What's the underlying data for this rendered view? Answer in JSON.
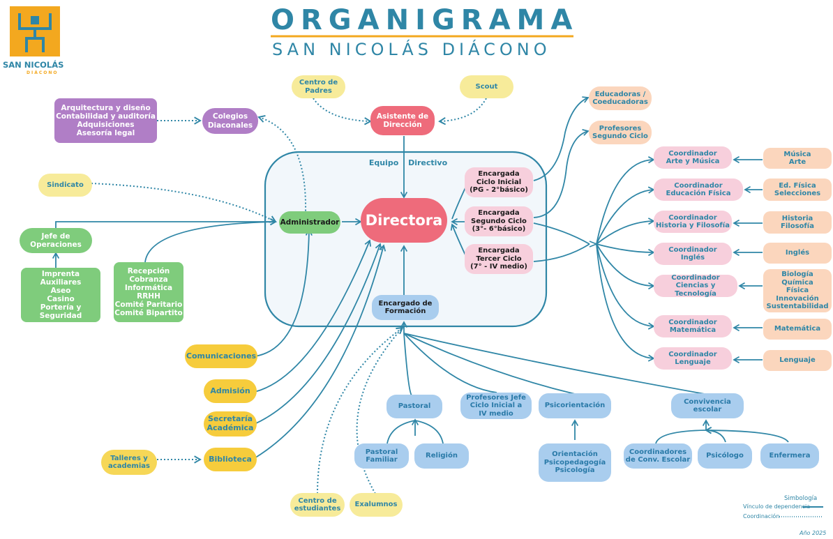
{
  "header": {
    "title": "ORGANIGRAMA",
    "subtitle": "SAN NICOLÁS DIÁCONO",
    "logo_text": "SAN NICOLÁS",
    "logo_sub": "DIÁCONO"
  },
  "colors": {
    "primary": "#2f86a6",
    "accent": "#f3a81f",
    "red": "#ee6b7b",
    "pink": "#f7cfdc",
    "peach": "#fbd6bd",
    "blue": "#a9cdee",
    "yellow": "#f7eb9a",
    "gold": "#f6cc3c",
    "green": "#7fcc7c",
    "purple": "#b07ec6"
  },
  "equipo_label": "Equipo Directivo",
  "nodes": {
    "directora": "Directora",
    "administrador": "Administrador",
    "asistente": "Asistente de\nDirección",
    "centro_padres": "Centro de\nPadres",
    "scout": "Scout",
    "colegios": "Colegios\nDiaconales",
    "arquitectura": "Arquitectura y diseño\nContabilidad y auditoría\nAdquisiciones\nAsesoría legal",
    "sindicato": "Sindicato",
    "jefe_operaciones": "Jefe de\nOperaciones",
    "imprenta": "Imprenta\nAuxiliares\nAseo\nCasino\nPortería y Seguridad",
    "recepcion": "Recepción\nCobranza\nInformática\nRRHH\nComité Paritario\nComité Bipartito",
    "enc_inicial": "Encargada\nCiclo Inicial\n(PG - 2°básico)",
    "enc_segundo": "Encargada\nSegundo Ciclo\n(3°- 6°básico)",
    "enc_tercer": "Encargada\nTercer Ciclo\n(7° - IV medio)",
    "enc_formacion": "Encargado de\nFormación",
    "educadoras": "Educadoras /\nCoeducadoras",
    "profesores_segundo": "Profesores\nSegundo Ciclo",
    "comunicaciones": "Comunicaciones",
    "admision": "Admisión",
    "secretaria": "Secretaría\nAcadémica",
    "biblioteca": "Biblioteca",
    "talleres": "Talleres y\nacademias",
    "centro_estudiantes": "Centro de\nestudiantes",
    "exalumnos": "Exalumnos",
    "pastoral": "Pastoral",
    "pastoral_familiar": "Pastoral\nFamiliar",
    "religion": "Religión",
    "profesores_jefe": "Profesores Jefe\nCiclo Inicial a\nIV medio",
    "psicorientacion": "Psicorientación",
    "orientacion": "Orientación\nPsicopedagogía\nPsicología",
    "convivencia": "Convivencia\nescolar",
    "coord_conv": "Coordinadores\nde Conv. Escolar",
    "psicologo": "Psicólogo",
    "enfermera": "Enfermera",
    "coord_arte": "Coordinador\nArte y Música",
    "coord_ef": "Coordinador\nEducación Física",
    "coord_hist": "Coordinador\nHistoria y Filosofía",
    "coord_ingles": "Coordinador\nInglés",
    "coord_cien": "Coordinador\nCiencias y Tecnología",
    "coord_mat": "Coordinador\nMatemática",
    "coord_leng": "Coordinador\nLenguaje",
    "musica": "Música\nArte",
    "edfisica": "Ed. Física\nSelecciones",
    "historia": "Historia\nFilosofía",
    "ingles": "Inglés",
    "biologia": "Biología\nQuímica\nFísica\nInnovación\nSustentabilidad",
    "matematica": "Matemática",
    "lenguaje": "Lenguaje"
  },
  "legend": {
    "title": "Simbología",
    "dependencia": "Vínculo de dependencia",
    "coordinacion": "Coordinación"
  },
  "footer": {
    "year": "Año 2025"
  }
}
